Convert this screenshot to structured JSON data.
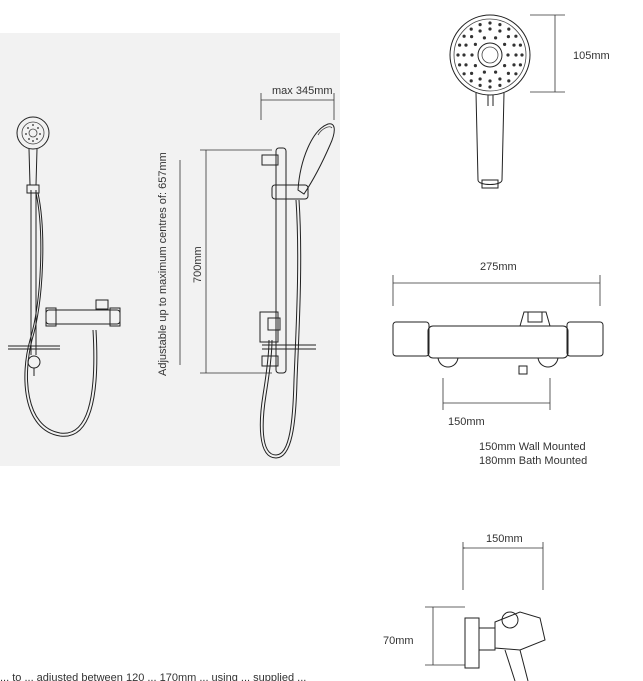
{
  "labels": {
    "kit_width": "max 345mm",
    "adjustable_note": "Adjustable up to maximum centres of: 657mm",
    "rail_length": "700mm",
    "head_diameter": "105mm",
    "valve_width": "275mm",
    "valve_centres": "150mm",
    "wall_mounted": "150mm Wall Mounted",
    "bath_mounted": "180mm Bath Mounted",
    "side_width": "150mm",
    "side_height": "70mm",
    "footnote": "... to ... adjusted between 120 ... 170mm ... using ... supplied ..."
  },
  "colors": {
    "panel": "#f2f2f2",
    "line": "#222222"
  }
}
